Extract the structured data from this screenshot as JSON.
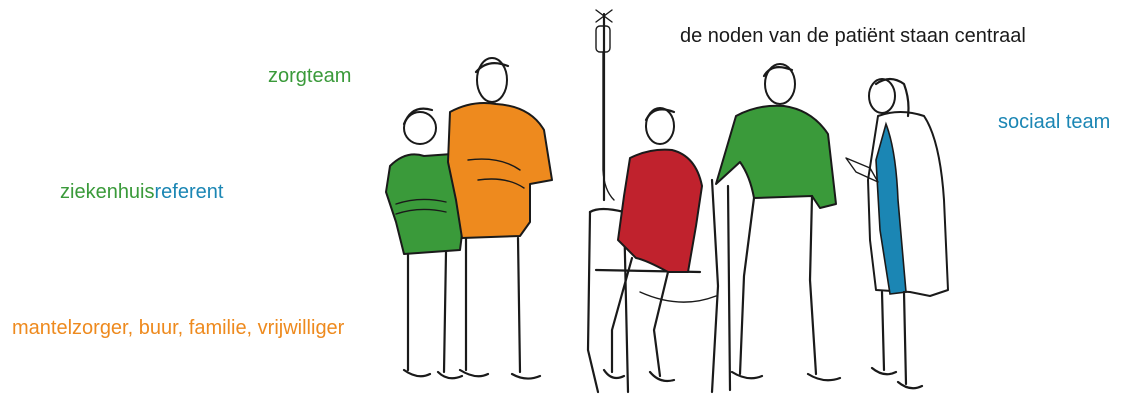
{
  "labels": {
    "zorgteam": "zorgteam",
    "sociaal_team": "sociaal team",
    "centraal": "de noden van de patiënt staan centraal",
    "ziekenhuis": "ziekenhuis",
    "referent": "referent",
    "mantelzorger": "mantelzorger, buur, familie, vrijwilliger"
  },
  "colors": {
    "green": "#3a9a3a",
    "orange": "#ee8a1e",
    "blue": "#1b86b4",
    "red": "#c0222d",
    "dark": "#1a1a1a"
  }
}
